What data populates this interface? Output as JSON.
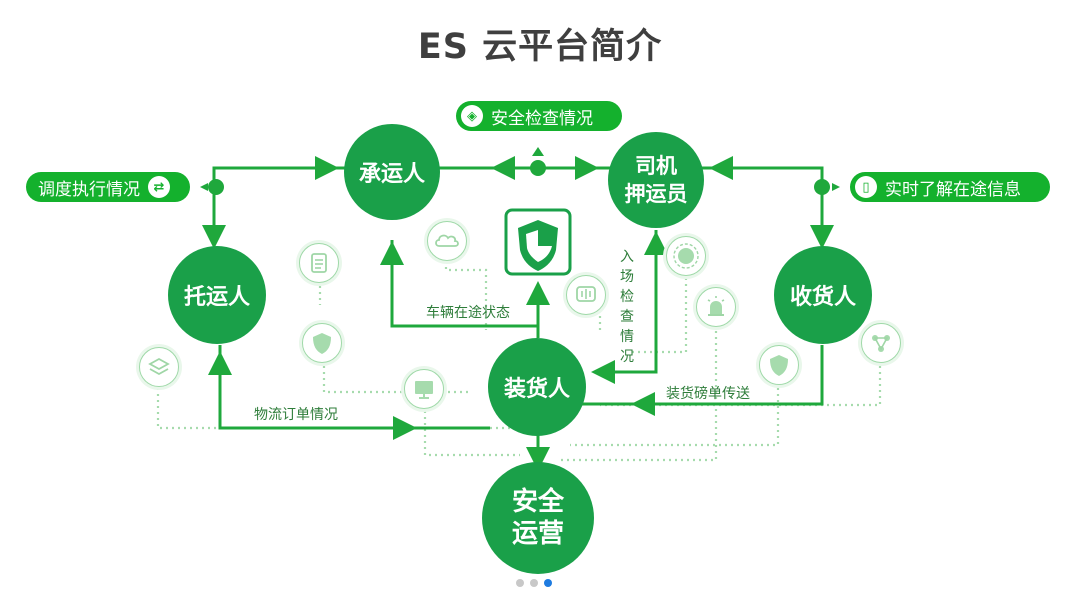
{
  "title": "ES 云平台简介",
  "nodes": {
    "carrier": "承运人",
    "driver_line1": "司机",
    "driver_line2": "押运员",
    "shipper": "托运人",
    "receiver": "收货人",
    "loader": "装货人",
    "safety_line1": "安全",
    "safety_line2": "运营"
  },
  "pills": {
    "safety_check": "安全检查情况",
    "dispatch": "调度执行情况",
    "realtime": "实时了解在途信息"
  },
  "edge_labels": {
    "vehicle_status": "车辆在途状态",
    "entry_check": "入场检查情况",
    "order_status": "物流订单情况",
    "weighbill": "装货磅单传送"
  },
  "icons": {
    "cloud": "cloud-icon",
    "shield": "shield-icon",
    "clipboard": "clipboard-icon",
    "voice": "voice-icon",
    "ai": "ai-icon",
    "alarm": "alarm-light-icon",
    "monitor": "monitor-icon",
    "node_share": "share-icon",
    "layers": "layers-icon"
  },
  "colors": {
    "node": "#1aa049",
    "pill": "#14b12d",
    "line": "#1fa83c",
    "dotted": "#9fd6a6",
    "title": "#3f3f3f"
  },
  "pagination": {
    "total": 3,
    "active": 3
  }
}
